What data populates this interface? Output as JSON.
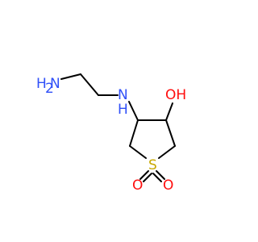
{
  "molecule": {
    "atoms": {
      "amine_n": {
        "symbol": "N",
        "hydrogens": "H",
        "subscript": "2",
        "color": "#3050F8"
      },
      "secondary_n": {
        "symbol": "N",
        "hydrogens": "H",
        "color": "#3050F8"
      },
      "hydroxyl": {
        "symbol": "OH",
        "color": "#FF0D0D"
      },
      "sulfur": {
        "symbol": "S",
        "color": "#C8A800"
      },
      "oxo_left": {
        "symbol": "O",
        "color": "#FF0D0D"
      },
      "oxo_right": {
        "symbol": "O",
        "color": "#FF0D0D"
      }
    },
    "bond_color": "#000000"
  }
}
